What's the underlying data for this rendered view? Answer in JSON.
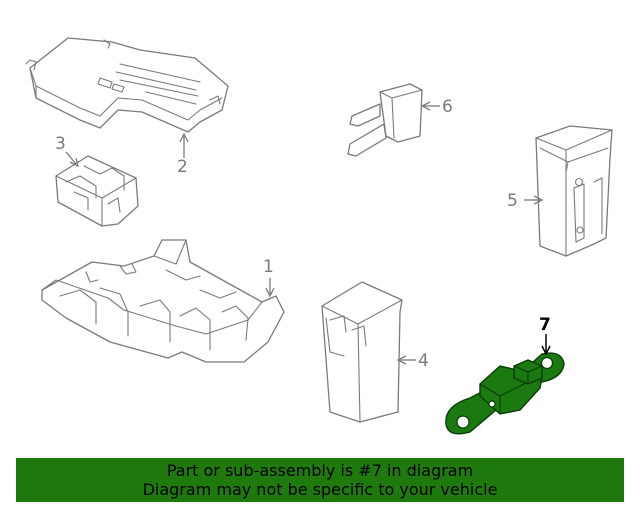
{
  "callouts": {
    "c1": "1",
    "c2": "2",
    "c3": "3",
    "c4": "4",
    "c5": "5",
    "c6": "6",
    "c7": "7"
  },
  "highlighted_part": "7",
  "colors": {
    "highlight_fill": "#1a7a10",
    "banner_background": "#1f7a0d",
    "line_art": "#7a7a7a"
  },
  "banner": {
    "line1": "Part or sub-assembly is #7 in diagram",
    "line2": "Diagram may not be specific to your vehicle"
  }
}
